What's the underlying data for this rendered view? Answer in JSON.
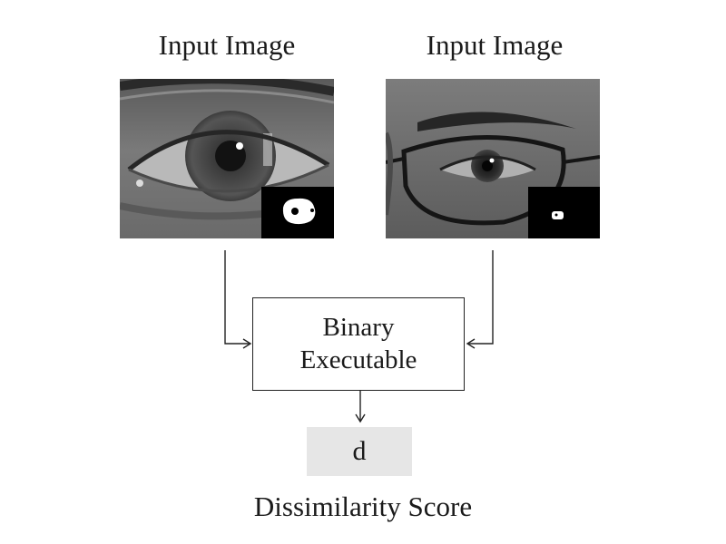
{
  "inputs": [
    {
      "title": "Input Image"
    },
    {
      "title": "Input Image"
    }
  ],
  "process": {
    "line1": "Binary",
    "line2": "Executable"
  },
  "output": {
    "symbol": "d",
    "caption": "Dissimilarity Score"
  },
  "colors": {
    "line": "#222222",
    "score_box": "#e6e6e6",
    "mask_bg": "#000000"
  }
}
